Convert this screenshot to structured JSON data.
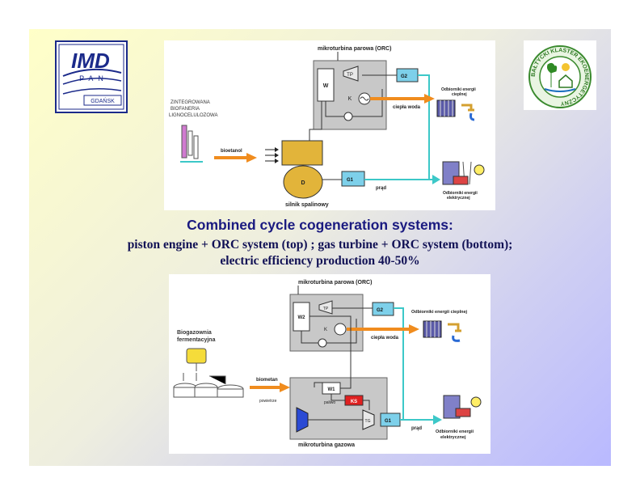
{
  "logos": {
    "left": {
      "main": "IMD",
      "sub": "PAN",
      "city": "GDAŃSK"
    },
    "right": {
      "ring_text": "BAŁTYCKI KLASTER EKOENERGETYCZNY"
    }
  },
  "caption": {
    "title": "Combined cycle cogeneration systems:",
    "line1": "piston engine + ORC system (top) ; gas turbine + ORC system (bottom);",
    "line2": "electric efficiency production 40-50%"
  },
  "top_diagram": {
    "orc_title": "mikroturbina parowa (ORC)",
    "w_label": "W",
    "tp_label": "TP",
    "k_label": "K",
    "g2_label": "G2",
    "g1_label": "G1",
    "d_label": "D",
    "engine_label": "silnik spalinowy",
    "biorefinery_label_1": "ZINTEGROWANA",
    "biorefinery_label_2": "BIOFANERIA",
    "biorefinery_label_3": "LIGNOCELULOZOWA",
    "fuel_label": "bioetanol",
    "hot_water_label": "ciepła woda",
    "power_label": "prąd",
    "heat_consumers_1": "Odbiorniki energii",
    "heat_consumers_2": "cieplnej",
    "elec_consumers_1": "Odbiorniki energii",
    "elec_consumers_2": "elektrycznej"
  },
  "bottom_diagram": {
    "orc_title": "mikroturbina parowa (ORC)",
    "w2_label": "W2",
    "tp_label": "TP",
    "k_label": "K",
    "g2_label": "G2",
    "g1_label": "G1",
    "w1_label": "W1",
    "ks_label": "KS",
    "tg_label": "TG",
    "fuel_small_label": "paliwo",
    "air_label": "powietrze",
    "biogas_plant_1": "Biogazownia",
    "biogas_plant_2": "fermentacyjna",
    "fuel_label": "biometan",
    "gas_turbine_label": "mikroturbina gazowa",
    "hot_water_label": "ciepła woda",
    "power_label": "prąd",
    "heat_consumers": "Odbiorniki energii cieplnej",
    "elec_consumers_1": "Odbiorniki energii",
    "elec_consumers_2": "elektrycznej"
  },
  "colors": {
    "caption": "#1a1a80",
    "arrow_orange": "#f08c1e",
    "cyan": "#3cc8c8",
    "module_gray": "#c8c8c8"
  }
}
